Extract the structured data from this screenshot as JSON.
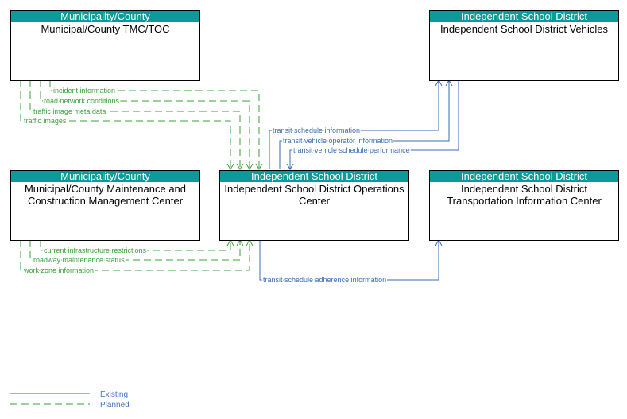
{
  "colors": {
    "header_bg": "#0b9a9a",
    "existing": "#3a6db5",
    "planned": "#3aa33a",
    "legend_text": "#4a72c4"
  },
  "nodes": {
    "tmc": {
      "category": "Municipality/County",
      "name": "Municipal/County TMC/TOC"
    },
    "mcm": {
      "category": "Municipality/County",
      "name": "Municipal/County Maintenance and Construction Management Center"
    },
    "ops": {
      "category": "Independent School District",
      "name": "Independent School District Operations Center"
    },
    "veh": {
      "category": "Independent School District",
      "name": "Independent School District Vehicles"
    },
    "tic": {
      "category": "Independent School District",
      "name": "Independent School District Transportation Information Center"
    }
  },
  "flows": {
    "incident_information": "incident information",
    "road_network_conditions": "road network conditions",
    "traffic_image_meta_data": "traffic image meta data",
    "traffic_images": "traffic images",
    "transit_schedule_information": "transit schedule information",
    "transit_vehicle_operator_information": "transit vehicle operator information",
    "transit_vehicle_schedule_performance": "transit vehicle schedule performance",
    "current_infrastructure_restrictions": "current infrastructure restrictions",
    "roadway_maintenance_status": "roadway maintenance status",
    "work_zone_information": "work zone information",
    "transit_schedule_adherence_information": "transit schedule adherence information"
  },
  "legend": {
    "existing": "Existing",
    "planned": "Planned"
  }
}
